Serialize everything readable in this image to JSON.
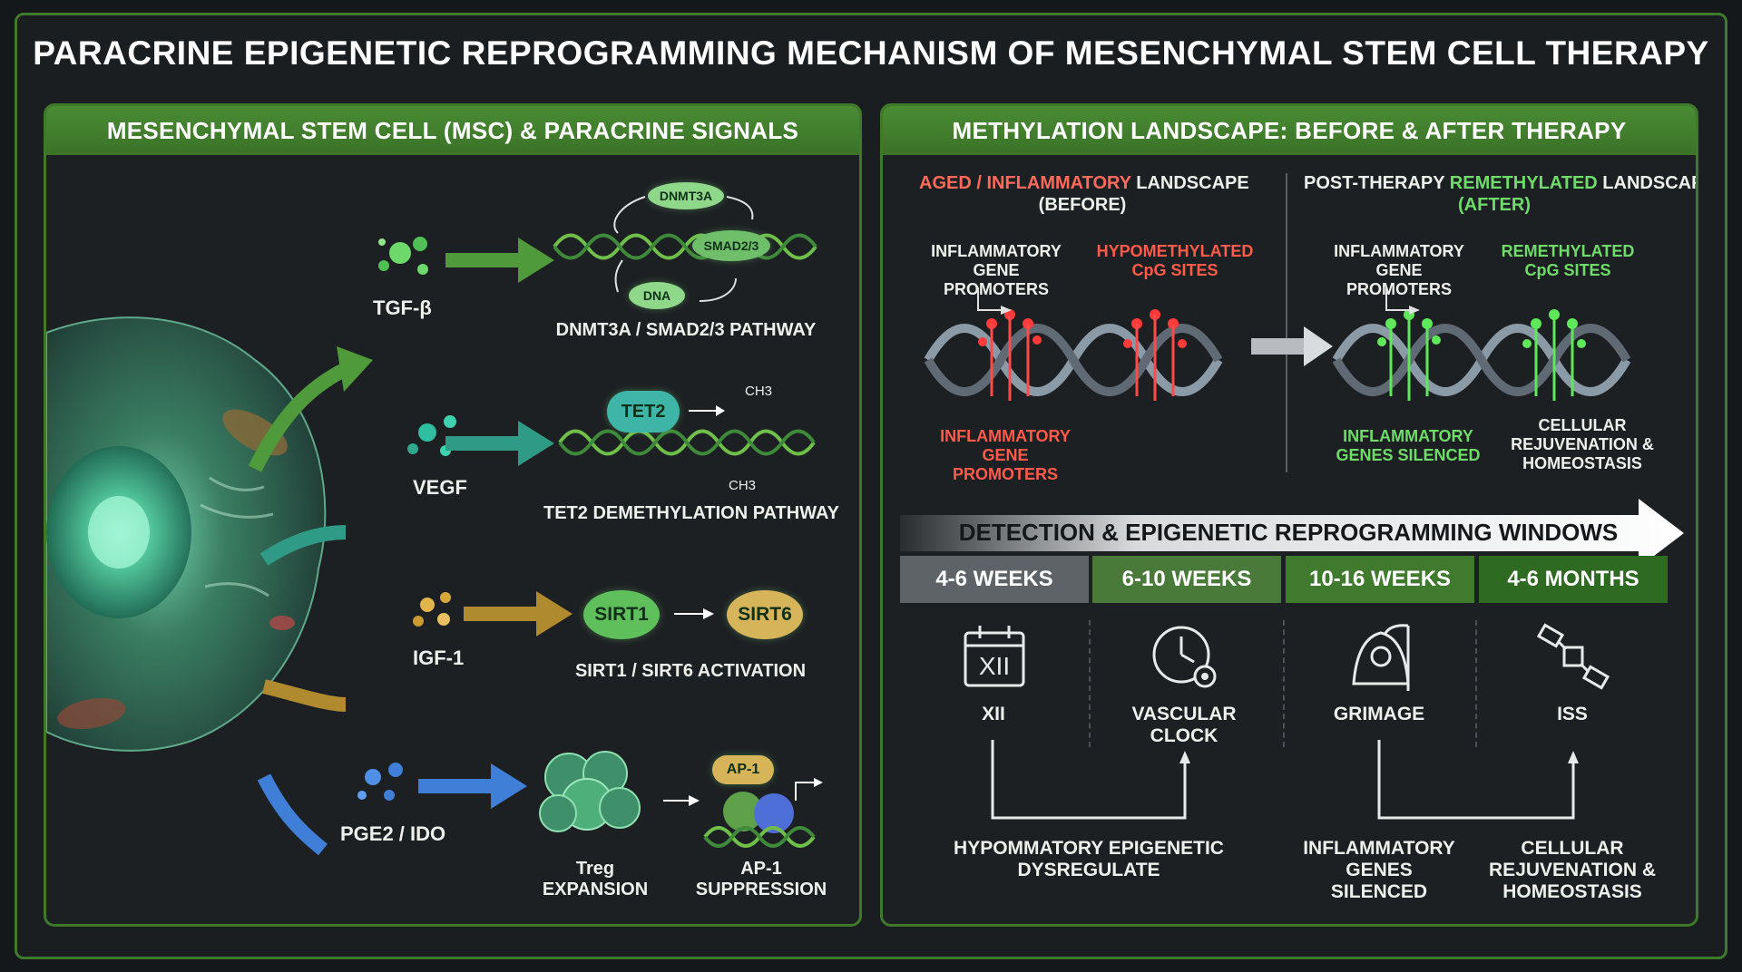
{
  "title": "PARACRINE EPIGENETIC REPROGRAMMING MECHANISM OF MESENCHYMAL STEM CELL THERAPY",
  "left_panel": {
    "header": "MESENCHYMAL STEM CELL (MSC) & PARACRINE SIGNALS",
    "signals": [
      {
        "name": "TGF-β",
        "pathway": "DNMT3A / SMAD2/3 PATHWAY",
        "nodes": [
          "DNMT3A",
          "SMAD2/3",
          "DNA"
        ]
      },
      {
        "name": "VEGF",
        "pathway": "TET2 DEMETHYLATION PATHWAY",
        "nodes": [
          "TET2",
          "CH3",
          "CH3"
        ]
      },
      {
        "name": "IGF-1",
        "pathway": "SIRT1 / SIRT6 ACTIVATION",
        "nodes": [
          "SIRT1",
          "SIRT6"
        ]
      },
      {
        "name": "PGE2 / IDO",
        "nodes": [
          "AP-1"
        ],
        "outcomes": [
          "Treg\nEXPANSION",
          "AP-1\nSUPPRESSION"
        ]
      }
    ]
  },
  "right_panel": {
    "header": "METHYLATION LANDSCAPE: BEFORE & AFTER THERAPY",
    "before": {
      "title_a": "AGED / ",
      "title_b": "INFLAMMATORY",
      "title_c": " LANDSCAPE",
      "title_d": "(BEFORE)",
      "label_promoters": "INFLAMMATORY\nGENE PROMOTERS",
      "label_sites": "HYPOMETHYLATED\nCpG SITES",
      "label_bottom": "INFLAMMATORY\nGENE PROMOTERS"
    },
    "after": {
      "title_a": "POST-THERAPY ",
      "title_b": "REMETHYLATED",
      "title_c": " LANDSCAPE",
      "title_d": "(AFTER)",
      "label_promoters": "INFLAMMATORY\nGENE PROMOTERS",
      "label_sites": "REMETHYLATED\nCpG SITES",
      "label_bottom_left": "INFLAMMATORY\nGENES SILENCED",
      "label_bottom_right": "CELLULAR\nREJUVENATION &\nHOMEOSTASIS"
    },
    "windows_title": "DETECTION & EPIGENETIC REPROGRAMMING WINDOWS",
    "windows": [
      "4-6 WEEKS",
      "6-10 WEEKS",
      "10-16 WEEKS",
      "4-6 MONTHS"
    ],
    "clocks": [
      {
        "icon": "calendar-icon",
        "icon_text": "XII",
        "label": "XII"
      },
      {
        "icon": "clock-gear-icon",
        "label": "VASCULAR\nCLOCK"
      },
      {
        "icon": "reaper-icon",
        "label": "GRIMAGE"
      },
      {
        "icon": "satellite-icon",
        "label": "ISS"
      }
    ],
    "bottom_labels": [
      "HYPOMMATORY EPIGENETIC\nDYSREGULATE",
      "INFLAMMATORY\nGENES SILENCED",
      "CELLULAR\nREJUVENATION &\nHOMEOSTASIS"
    ]
  },
  "colors": {
    "accent_green": "#4a8c33",
    "red": "#ff4a4a",
    "bright_green": "#6fdc6a",
    "blue": "#3f7fd8",
    "gold": "#c9a63c"
  }
}
